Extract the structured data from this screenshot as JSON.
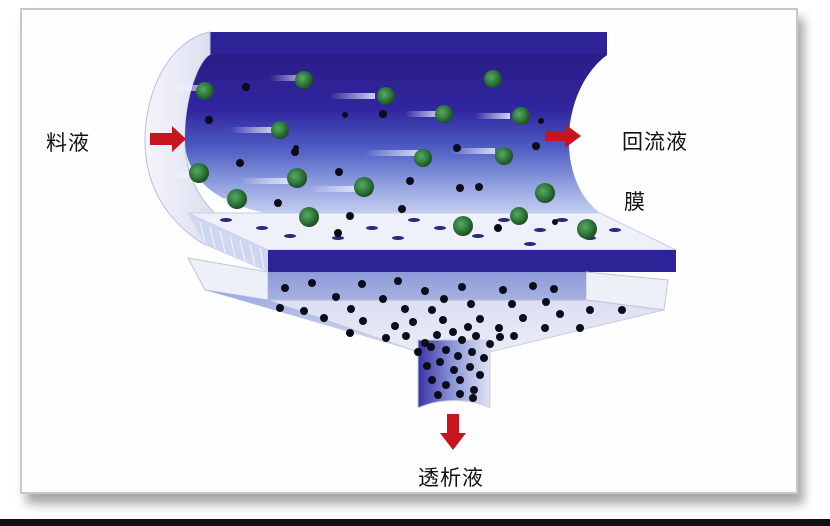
{
  "diagram": {
    "type": "membrane-filtration-schematic",
    "labels": {
      "feed": "料液",
      "retentate": "回流液",
      "membrane": "膜",
      "permeate": "透析液"
    },
    "colors": {
      "tube_dark_blue": "#2b1f8f",
      "tube_mid_blue": "#3a36b0",
      "tube_light_blue": "#a9b4e8",
      "membrane_top": "#eef0fa",
      "large_particle_green": "#2e7a3a",
      "small_particle_black": "#0b0b1a",
      "arrow_red": "#c8141e",
      "frame_border": "#c8c8c8"
    },
    "flow_arrows": [
      {
        "id": "feed-in",
        "direction": "right"
      },
      {
        "id": "retentate-out",
        "direction": "right"
      },
      {
        "id": "permeate-out",
        "direction": "down"
      }
    ]
  }
}
